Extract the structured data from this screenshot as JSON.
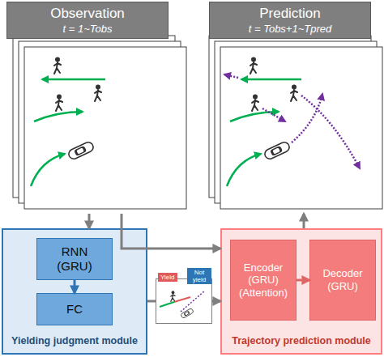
{
  "diagram": {
    "nodes": [
      {
        "text": [
          "Observation",
          "t = 1~Tobs"
        ]
      },
      {
        "text": [
          "Prediction",
          "t = Tobs+1~Tpred"
        ]
      },
      {
        "text": [
          "Yielding judgment module"
        ]
      },
      {
        "text": [
          "RNN (GRU)"
        ],
        "in": 2
      },
      {
        "text": [
          "FC"
        ],
        "in": 2
      },
      {
        "text": [
          "Yield",
          "Not yield"
        ]
      },
      {
        "text": [
          "Trajectory prediction module"
        ]
      },
      {
        "text": [
          "Encoder (GRU) (Attention)"
        ],
        "in": 6
      },
      {
        "text": [
          "Decoder (GRU)"
        ],
        "in": 6
      }
    ],
    "edges": [
      {
        "from": 0,
        "to": 2,
        "arrow": "to"
      },
      {
        "from": 0,
        "to": 6,
        "arrow": "to"
      },
      {
        "from": 3,
        "to": 4,
        "arrow": "to"
      },
      {
        "from": 2,
        "to": 5,
        "arrow": "none"
      },
      {
        "from": 5,
        "to": 6,
        "arrow": "to"
      },
      {
        "from": 7,
        "to": 8,
        "arrow": "to"
      },
      {
        "from": 6,
        "to": 1,
        "arrow": "to"
      }
    ]
  }
}
